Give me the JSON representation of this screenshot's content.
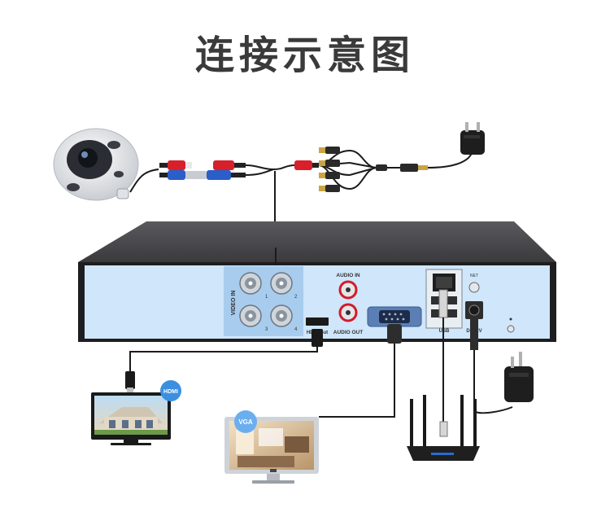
{
  "title": "连接示意图",
  "dvr": {
    "video_in": "VIDEO IN",
    "port_numbers": [
      "1",
      "2",
      "3",
      "4"
    ],
    "audio_in": "AUDIO IN",
    "audio_out": "AUDIO OUT",
    "hdmi_port": "HDMI out",
    "usb": "USB",
    "dc": "DC12V",
    "net": "NET"
  },
  "badges": {
    "hdmi": "HDMI",
    "vga": "VGA"
  },
  "colors": {
    "dvr_top": "#4a4a4d",
    "dvr_front": "#cfe6fb",
    "port_panel": "#a7ccee",
    "hdmi_badge": "#3b8fe0",
    "vga_badge": "#6aaef0",
    "audio_red": "#d41a2a",
    "cable_red": "#d8202c",
    "cable_blue": "#2a5ec8"
  },
  "icons": [
    "dome-camera",
    "power-adapter",
    "power-splitter",
    "wifi-router",
    "hdmi-monitor",
    "vga-monitor"
  ]
}
